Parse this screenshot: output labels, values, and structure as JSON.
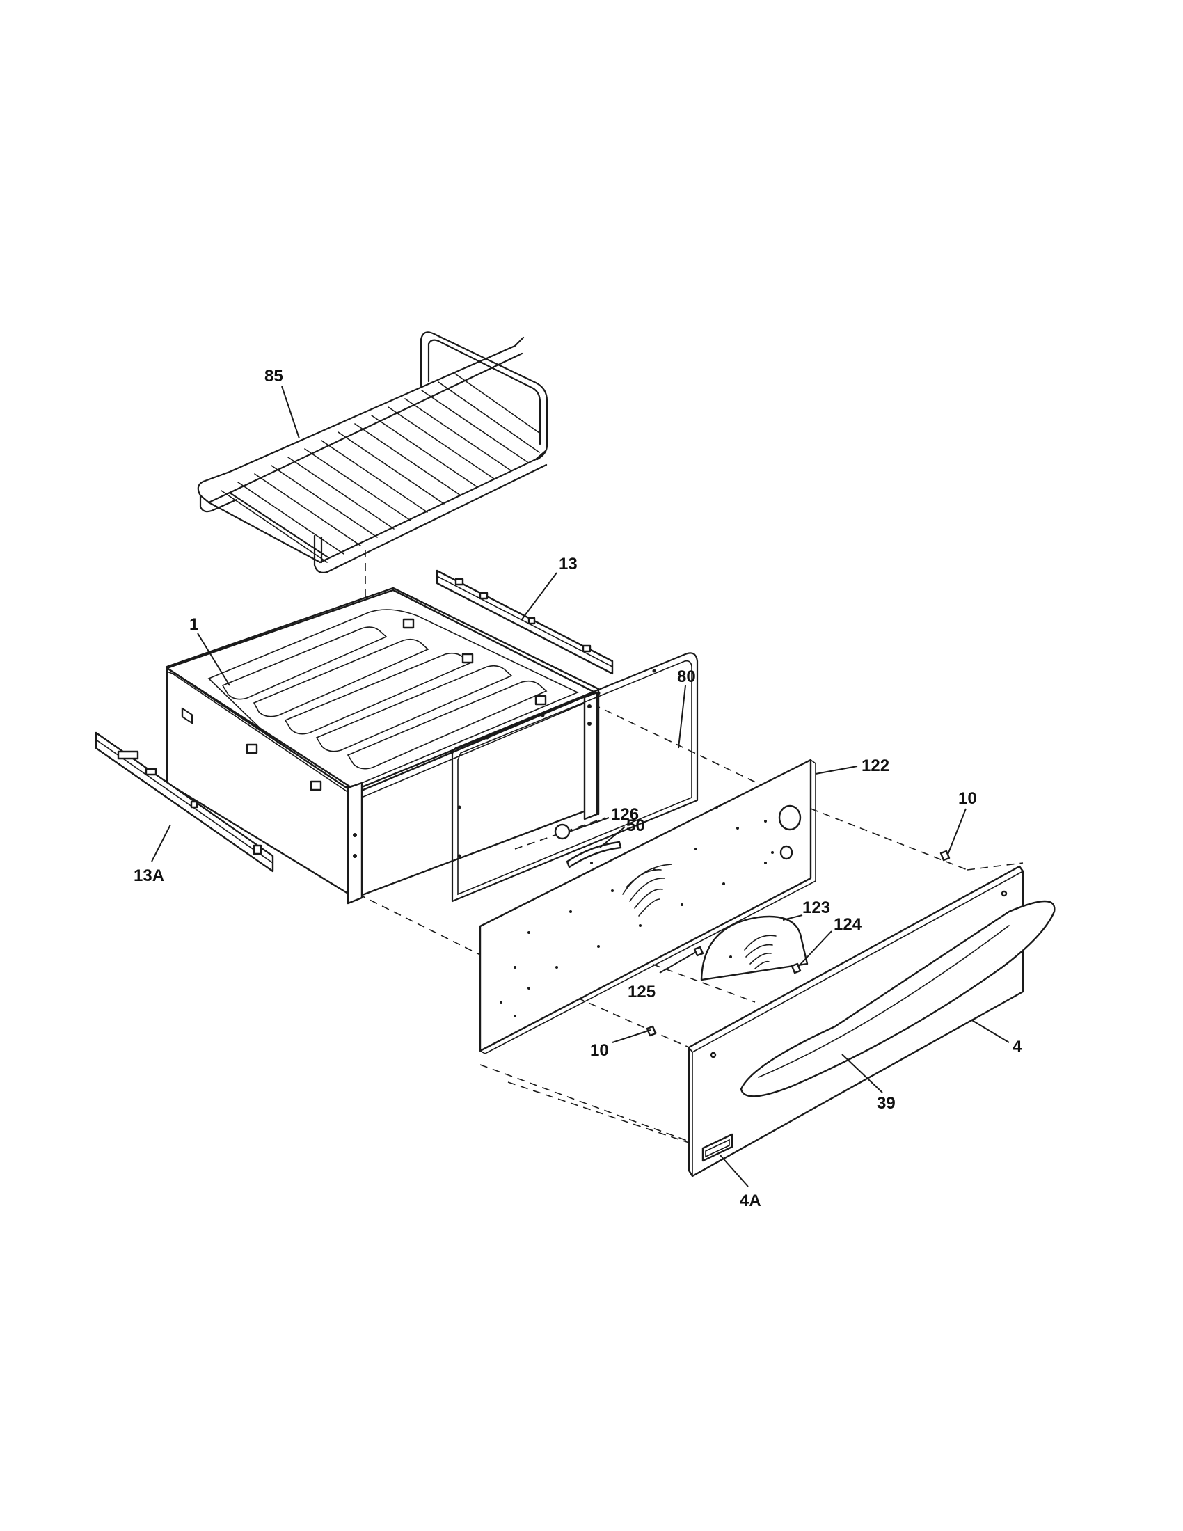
{
  "callouts": [
    {
      "id": "85",
      "label": "85"
    },
    {
      "id": "13",
      "label": "13"
    },
    {
      "id": "1",
      "label": "1"
    },
    {
      "id": "80",
      "label": "80"
    },
    {
      "id": "122",
      "label": "122"
    },
    {
      "id": "10a",
      "label": "10"
    },
    {
      "id": "126",
      "label": "126"
    },
    {
      "id": "50",
      "label": "50"
    },
    {
      "id": "13A",
      "label": "13A"
    },
    {
      "id": "123",
      "label": "123"
    },
    {
      "id": "124",
      "label": "124"
    },
    {
      "id": "125",
      "label": "125"
    },
    {
      "id": "10b",
      "label": "10"
    },
    {
      "id": "4",
      "label": "4"
    },
    {
      "id": "39",
      "label": "39"
    },
    {
      "id": "4A",
      "label": "4A"
    }
  ]
}
